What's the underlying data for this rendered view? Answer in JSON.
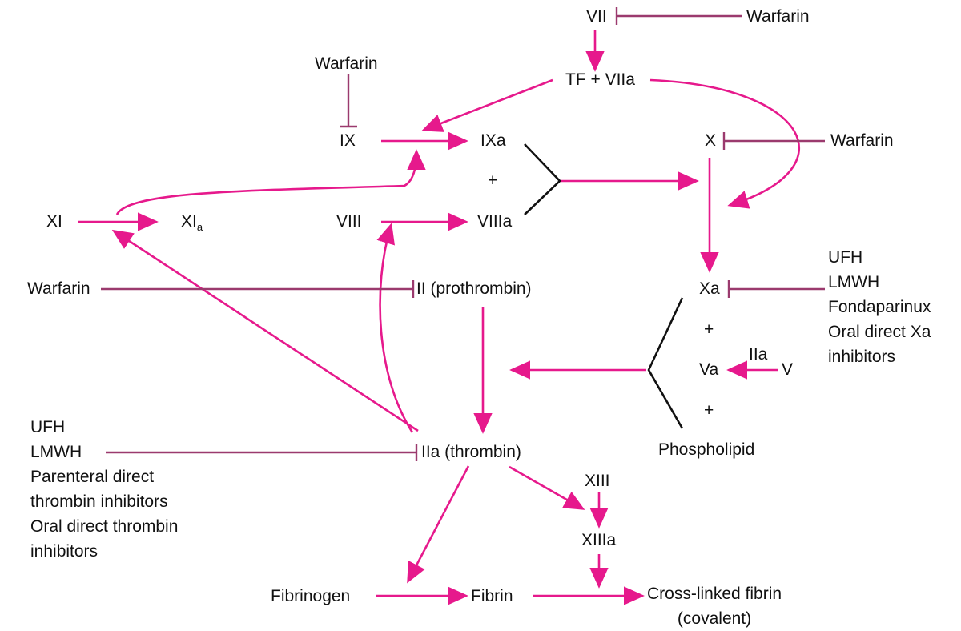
{
  "nodes": {
    "vii": "VII",
    "tf_viia": "TF + VIIa",
    "ix": "IX",
    "ixa": "IXa",
    "x": "X",
    "xi": "XI",
    "xia": "XI",
    "xia_sub": "a",
    "viii": "VIII",
    "viiia": "VIIIa",
    "xa": "Xa",
    "prothrombin": "II (prothrombin)",
    "va": "Va",
    "iia_small": "IIa",
    "v": "V",
    "phospholipid": "Phospholipid",
    "thrombin": "IIa (thrombin)",
    "xiii": "XIII",
    "xiiia": "XIIIa",
    "fibrinogen": "Fibrinogen",
    "fibrin": "Fibrin",
    "crosslinked": [
      "Cross-linked fibrin",
      "(covalent)"
    ],
    "plus": "+"
  },
  "inhibitors": {
    "warfarin_vii": "Warfarin",
    "warfarin_ix": "Warfarin",
    "warfarin_x": "Warfarin",
    "warfarin_ii": "Warfarin",
    "xa_inhibitors": [
      "UFH",
      "LMWH",
      "Fondaparinux",
      "Oral direct Xa",
      "inhibitors"
    ],
    "thrombin_inhibitors": [
      "UFH",
      "LMWH",
      "Parenteral direct",
      "thrombin inhibitors",
      "Oral direct thrombin",
      "inhibitors"
    ]
  },
  "colors": {
    "activation_arrow": "#e6198c",
    "inhibition_line": "#9b3a6e",
    "complex_bracket": "#111111",
    "text": "#111111"
  }
}
